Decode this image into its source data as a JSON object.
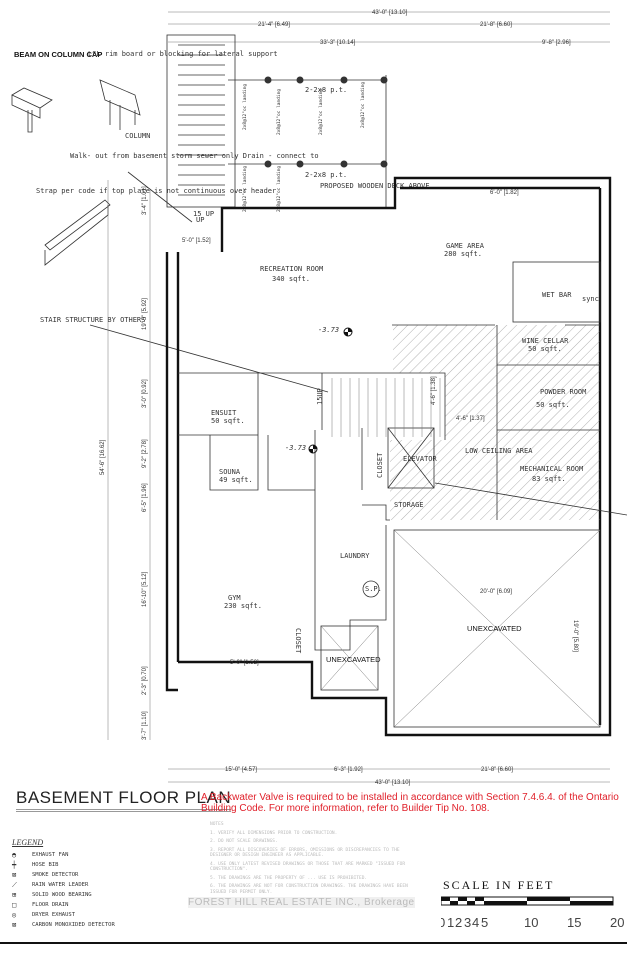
{
  "title": "BASEMENT FLOOR PLAN",
  "note": "A Backwater Valve is required to be installed in accordance with Section 7.4.6.4. of the Ontario Building Code. For more information, refer to Builder Tip No. 108.",
  "note_color": "#e0202a",
  "details": {
    "beam_on_column_cap": "BEAM ON COLUMN CAP",
    "lsl_rim": "LSL rim board or blocking for lateral support",
    "column": "COLUMN",
    "walkout": "Walk- out from basement storm sewer only Drain - connect to",
    "strap": "Strap per code if top plate is not continuous over header",
    "stair_structure": "STAIR STRUCTURE BY OTHERS"
  },
  "deck": {
    "label": "PROPOSED WOODEN DECK ABOVE",
    "beam": "2-2x8 p.t.",
    "joist": "2x8@12\"oc landing",
    "stairs": "15 UP"
  },
  "rooms": {
    "recreation": {
      "name": "RECREATION ROOM",
      "area": "340 sqft."
    },
    "game": {
      "name": "GAME AREA",
      "area": "280 sqft."
    },
    "wet_bar": "WET BAR",
    "sink": "sync",
    "wine": {
      "name": "WINE CELLAR",
      "area": "50 sqft."
    },
    "powder": {
      "name": "POWDER ROOM",
      "area": "50 sqft."
    },
    "ensuite": {
      "name": "ENSUIT",
      "area": "50 sqft."
    },
    "sauna": {
      "name": "SOUNA",
      "area": "49 sqft."
    },
    "gym": {
      "name": "GYM",
      "area": "230 sqft."
    },
    "closet": "CLOSET",
    "elevator": "ELEVATOR",
    "low_ceiling": "LOW CEILING AREA",
    "mechanical": {
      "name": "MECHANICAL ROOM",
      "area": "83 sqft."
    },
    "storage": "STORAGE",
    "laundry": "LAUNDRY",
    "sump": "S.P.",
    "unexcavated": "UNEXCAVATED",
    "stairs_up": "15UP",
    "up": "UP",
    "elev1": "-3.73",
    "elev2": "-3.73"
  },
  "dimensions": {
    "top_total": "43'-0\" [13.10]",
    "top_left": "21'-4\" [6.49]",
    "top_right": "21'-8\" [6.60]",
    "top_a": "33'-3\" [10.14]",
    "top_b": "9'-8\" [2.96]",
    "window_top": "6'-0\" [1.82]",
    "deck_landing": "5'-0\" [1.52]",
    "left_a": "3'-4\" [1.01]",
    "left_b": "19'-5\" [5.92]",
    "left_c": "3'-0\" [0.92]",
    "left_total": "54'-6\" [16.62]",
    "left_d": "9'-2\" [2.78]",
    "left_e": "6'-5\" [1.96]",
    "left_f": "16'-10\" [5.12]",
    "left_g": "2'-3\" [0.70]",
    "left_h": "3'-7\" [1.10]",
    "stair_w": "4'-6\" [1.38]",
    "hall": "4'-6\" [1.37]",
    "gym_window": "5'-0\" [1.52]",
    "unex_w": "20'-0\" [6.09]",
    "unex_h": "19'-0\" [5.80]",
    "bottom_a": "15'-0\" [4.57]",
    "bottom_b": "6'-3\" [1.92]",
    "bottom_c": "21'-8\" [6.60]",
    "bottom_total": "43'-0\" [13.10]"
  },
  "legend": {
    "heading": "LEGEND",
    "items": [
      {
        "icon": "exhaust-fan",
        "label": "EXHAUST FAN"
      },
      {
        "icon": "hose-bib",
        "label": "HOSE BIB"
      },
      {
        "icon": "smoke-detector",
        "label": "SMOKE DETECTOR"
      },
      {
        "icon": "rain-water-leader",
        "label": "RAIN WATER LEADER"
      },
      {
        "icon": "solid-wood-bearing",
        "label": "SOLID WOOD BEARING"
      },
      {
        "icon": "floor-drain",
        "label": "FLOOR DRAIN"
      },
      {
        "icon": "dryer-exhaust",
        "label": "DRYER EXHAUST"
      },
      {
        "icon": "carbon-monoxide-detector",
        "label": "CARBON MONOXIDED DETECTOR"
      }
    ]
  },
  "notes": {
    "heading": "NOTES",
    "items": [
      "1. VERIFY ALL DIMENSIONS PRIOR TO CONSTRUCTION.",
      "2. DO NOT SCALE DRAWINGS.",
      "3. REPORT ALL DISCOVERIES OF ERRORS, OMISSIONS OR DISCREPANCIES TO THE DESIGNER OR DESIGN ENGINEER AS APPLICABLE.",
      "4. USE ONLY LATEST REVISED DRAWINGS OR THOSE THAT ARE MARKED \"ISSUED FOR CONSTRUCTION\".",
      "5. THE DRAWINGS ARE THE PROPERTY OF ... USE IS PROHIBITED.",
      "6. THE DRAWINGS ARE NOT FOR CONSTRUCTION DRAWINGS. THE DRAWINGS HAVE BEEN ISSUED FOR PERMIT ONLY."
    ]
  },
  "watermark": "FOREST HILL REAL ESTATE INC., Brokerage",
  "scale": {
    "title": "SCALE IN FEET",
    "ticks": [
      "0",
      "1",
      "2",
      "3",
      "4",
      "5",
      "10",
      "15",
      "20"
    ]
  }
}
